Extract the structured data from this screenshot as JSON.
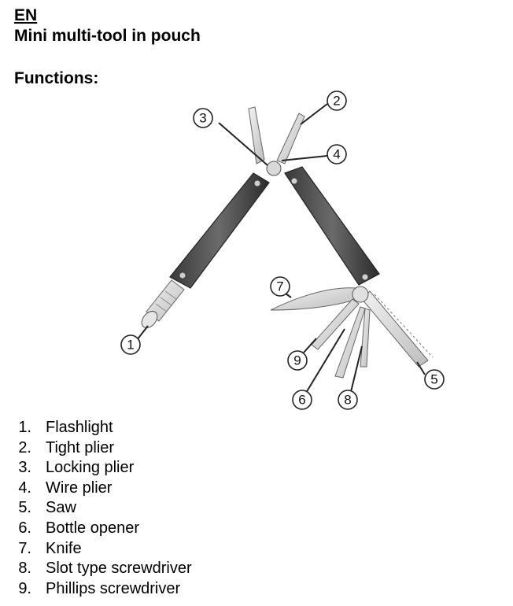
{
  "document": {
    "lang": "EN",
    "title": "Mini multi-tool in pouch",
    "section_heading": "Functions:"
  },
  "callouts": [
    "1",
    "2",
    "3",
    "4",
    "5",
    "6",
    "7",
    "8",
    "9"
  ],
  "functions": [
    {
      "num": "1.",
      "label": "Flashlight"
    },
    {
      "num": "2.",
      "label": "Tight plier"
    },
    {
      "num": "3.",
      "label": "Locking plier"
    },
    {
      "num": "4.",
      "label": "Wire plier"
    },
    {
      "num": "5.",
      "label": "Saw"
    },
    {
      "num": "6.",
      "label": "Bottle opener"
    },
    {
      "num": "7.",
      "label": "Knife"
    },
    {
      "num": "8.",
      "label": "Slot type screwdriver"
    },
    {
      "num": "9.",
      "label": "Phillips screwdriver"
    }
  ]
}
